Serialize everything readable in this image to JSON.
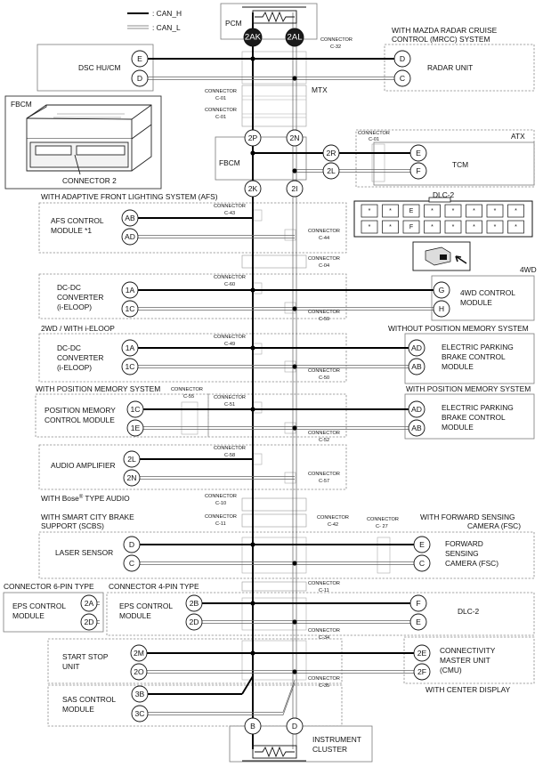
{
  "legend": {
    "can_h": ": CAN_H",
    "can_l": ": CAN_L"
  },
  "ecus": {
    "pcm": "PCM",
    "dsc": "DSC HU/CM",
    "mrcc_title_1": "WITH MAZDA RADAR CRUISE",
    "mrcc_title_2": "CONTROL (MRCC) SYSTEM",
    "radar": "RADAR UNIT",
    "mtx": "MTX",
    "atx": "ATX",
    "fbcm": "FBCM",
    "fbcm_inset": "FBCM",
    "connector2": "CONNECTOR 2",
    "tcm": "TCM",
    "afs_title": "WITH ADAPTIVE FRONT LIGHTING SYSTEM (AFS)",
    "afs_1": "AFS CONTROL",
    "afs_2": "MODULE *1",
    "dlc2_top": "DLC-2",
    "fwd_title": "4WD",
    "dcdc1_1": "DC-DC",
    "dcdc1_2": "CONVERTER",
    "dcdc1_3": "(i-ELOOP)",
    "fwd_1": "4WD CONTROL",
    "fwd_2": "MODULE",
    "twowd_title": "2WD / WITH i-ELOOP",
    "epb1_title": "WITHOUT POSITION MEMORY SYSTEM",
    "dcdc2_1": "DC-DC",
    "dcdc2_2": "CONVERTER",
    "dcdc2_3": "(i-ELOOP)",
    "epb1_1": "ELECTRIC PARKING",
    "epb1_2": "BRAKE CONTROL",
    "epb1_3": "MODULE",
    "pm_title": "WITH POSITION MEMORY SYSTEM",
    "pm_1": "POSITION MEMORY",
    "pm_2": "CONTROL MODULE",
    "epb2_title": "WITH POSITION MEMORY SYSTEM",
    "epb2_1": "ELECTRIC PARKING",
    "epb2_2": "BRAKE CONTROL",
    "epb2_3": "MODULE",
    "audio": "AUDIO AMPLIFIER",
    "bose_a": "WITH Bose",
    "bose_sup": "®",
    "bose_b": " TYPE AUDIO",
    "scbs_title_1": "WITH SMART CITY BRAKE",
    "scbs_title_2": "SUPPORT (SCBS)",
    "fsc_title_1": "WITH FORWARD SENSING",
    "fsc_title_2": "CAMERA (FSC)",
    "laser": "LASER SENSOR",
    "fsc_1": "FORWARD",
    "fsc_2": "SENSING",
    "fsc_3": "CAMERA (FSC)",
    "eps6_title": "CONNECTOR 6-PIN TYPE",
    "eps4_title": "CONNECTOR 4-PIN TYPE",
    "eps6_1": "EPS CONTROL",
    "eps6_2": "MODULE",
    "eps4_1": "EPS CONTROL",
    "eps4_2": "MODULE",
    "dlc2_bottom": "DLC-2",
    "ss_1": "START STOP",
    "ss_2": "UNIT",
    "cmu_1": "CONNECTIVITY",
    "cmu_2": "MASTER UNIT",
    "cmu_3": "(CMU)",
    "cmu_title": "WITH CENTER DISPLAY",
    "sas_1": "SAS CONTROL",
    "sas_2": "MODULE",
    "ic_1": "INSTRUMENT",
    "ic_2": "CLUSTER"
  },
  "connectors": {
    "word": "CONNECTOR",
    "c32": "C-32",
    "c01": "C-01",
    "c43": "C-43",
    "c44": "C-44",
    "c04": "C-04",
    "c60": "C-60",
    "c59": "C-59",
    "c49": "C-49",
    "c50": "C-50",
    "c55": "C-55",
    "c51": "C-51",
    "c52": "C-52",
    "c58": "C-58",
    "c57": "C-57",
    "c10": "C-10",
    "c11": "C-11",
    "c42": "C-42",
    "c27": "C- 27",
    "c34": "C-34",
    "c35": "C-35"
  },
  "pins": {
    "pcm_h": "2AK",
    "pcm_l": "2AL",
    "dsc_h": "E",
    "dsc_l": "D",
    "radar_h": "D",
    "radar_l": "C",
    "fbcm_a": "2P",
    "fbcm_b": "2N",
    "fbcm_c": "2K",
    "fbcm_d": "2I",
    "fbcm_tcm_h": "2R",
    "fbcm_tcm_l": "2L",
    "tcm_h": "E",
    "tcm_l": "F",
    "afs_h": "AB",
    "afs_l": "AD",
    "dcdc1_h": "1A",
    "dcdc1_l": "1C",
    "fwd_h": "G",
    "fwd_l": "H",
    "dcdc2_h": "1A",
    "dcdc2_l": "1C",
    "epb1_h": "AD",
    "epb1_l": "AB",
    "pm_h": "1C",
    "pm_l": "1E",
    "epb2_h": "AD",
    "epb2_l": "AB",
    "audio_h": "2L",
    "audio_l": "2N",
    "laser_h": "D",
    "laser_l": "C",
    "fsc_h": "E",
    "fsc_l": "C",
    "eps6_h": "2A",
    "eps6_l": "2D",
    "eps4_h": "2B",
    "eps4_l": "2D",
    "dlc_h": "F",
    "dlc_l": "E",
    "ss_h": "2M",
    "ss_l": "2O",
    "cmu_h": "2E",
    "cmu_l": "2F",
    "sas_h": "3B",
    "sas_l": "3C",
    "ic_h": "B",
    "ic_l": "D"
  },
  "dlc_pins": {
    "row1": [
      "*",
      "*",
      "E",
      "*",
      "*",
      "*",
      "*",
      "*"
    ],
    "row2": [
      "*",
      "*",
      "F",
      "*",
      "*",
      "*",
      "*",
      "*"
    ]
  },
  "colors": {
    "can_h": "#000000",
    "can_l": "#666666",
    "pin_dark": "#1a1a1a"
  }
}
